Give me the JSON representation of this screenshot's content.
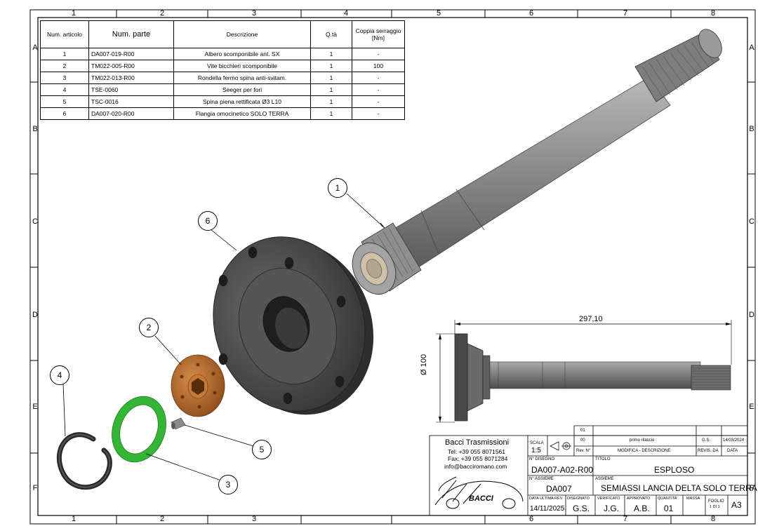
{
  "zones": {
    "columns": [
      "1",
      "2",
      "3",
      "4",
      "5",
      "6",
      "7",
      "8"
    ],
    "rows": [
      "A",
      "B",
      "C",
      "D",
      "E",
      "F"
    ]
  },
  "bom": {
    "headers": [
      "Num. articolo",
      "Num. parte",
      "Descrizione",
      "Q.tà",
      "Coppia serraggio [Nm]"
    ],
    "rows": [
      {
        "item": "1",
        "part": "DA007-019-R00",
        "desc": "Albero scomponibile ant. SX",
        "qty": "1",
        "torque": "-"
      },
      {
        "item": "2",
        "part": "TM022-005-R00",
        "desc": "Vite bicchieri scomponibile",
        "qty": "1",
        "torque": "100"
      },
      {
        "item": "3",
        "part": "TM022-013-R00",
        "desc": "Rondella fermo spina anti-svitam.",
        "qty": "1",
        "torque": "-"
      },
      {
        "item": "4",
        "part": "TSE-0060",
        "desc": "Seeger per fori",
        "qty": "1",
        "torque": "-"
      },
      {
        "item": "5",
        "part": "TSC-0016",
        "desc": "Spina piena rettificata Ø3 L10",
        "qty": "1",
        "torque": "-"
      },
      {
        "item": "6",
        "part": "DA007-020-R00",
        "desc": "Flangia omocinetico SOLO TERRA",
        "qty": "1",
        "torque": "-"
      }
    ]
  },
  "balloons": [
    "1",
    "2",
    "3",
    "4",
    "5",
    "6"
  ],
  "dimensions": {
    "length": "297,10",
    "diameter": "Ø 100"
  },
  "title_block": {
    "company": "Bacci Trasmissioni",
    "tel": "Tel: +39 055 8071561",
    "fax": "Fax: +39 055 8071284",
    "email": "info@bacciromano.com",
    "scale_label": "SCALA",
    "scale_value": "1:5",
    "rev_label": "Rev. N°",
    "rev_rows": [
      {
        "num": "01",
        "desc": "",
        "by": "",
        "date": ""
      },
      {
        "num": "00",
        "desc": "primo rilascio",
        "by": "G.S.",
        "date": "14/03/2024"
      }
    ],
    "rev_header": {
      "desc": "MODIFICA - DESCRIZIONE",
      "by": "REVIS. DA",
      "date": "DATA"
    },
    "drawing_no_label": "N° DISEGNO",
    "drawing_no": "DA007-A02-R00",
    "title_label": "TITOLO",
    "title": "ESPLOSO",
    "assembly_no_label": "N° ASSIEME",
    "assembly_no": "DA007",
    "assembly_label": "ASSIEME",
    "assembly": "SEMIASSI LANCIA DELTA SOLO TERRA",
    "last_rev_label": "DATA ULTIMA REV.",
    "last_rev": "14/11/2025",
    "drawn_label": "DISEGNATO",
    "drawn": "G.S.",
    "checked_label": "VERIFICATO",
    "checked": "J.G.",
    "approved_label": "APPROVATO",
    "approved": "A.B.",
    "qty_label": "QUANTITA'",
    "qty": "01",
    "mass_label": "MASSA",
    "sheet_label": "FOGLIO",
    "sheet": "1 DI 1",
    "format": "A3",
    "logo_text": "BACCI"
  },
  "colors": {
    "shaft": "#8a8a8a",
    "flange": "#4a4a4a",
    "screw": "#b8692a",
    "washer": "#3fbf3f",
    "ring": "#2c2c2c"
  }
}
